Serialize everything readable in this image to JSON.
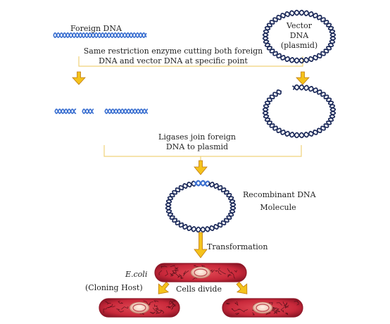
{
  "labels": {
    "foreign_dna": "Foreign DNA",
    "vector_line1": "Vector",
    "vector_line2": "DNA",
    "vector_line3": "(plasmid)",
    "restriction_line1": "Same restriction enzyme cutting both foreign",
    "restriction_line2": "DNA and vector DNA at specific point",
    "ligase_line1": "Ligases join foreign",
    "ligase_line2": "DNA to plasmid",
    "recombinant_line1": "Recombinant  DNA",
    "recombinant_line2": "Molecule",
    "transformation": "Transformation",
    "ecoli": "E.coli",
    "cloning_host": "(Cloning Host)",
    "cells_divide": "Cells divide"
  },
  "colors": {
    "dna_strand": "#1c2a5a",
    "dna_highlight": "#3a6fd0",
    "arrow_fill": "#f4c21c",
    "arrow_stroke": "#c07a10",
    "bracket_line": "#f0d27a",
    "cell_body": "#c8283a",
    "cell_dark": "#8e1626",
    "nucleus": "#f2c8b8"
  }
}
